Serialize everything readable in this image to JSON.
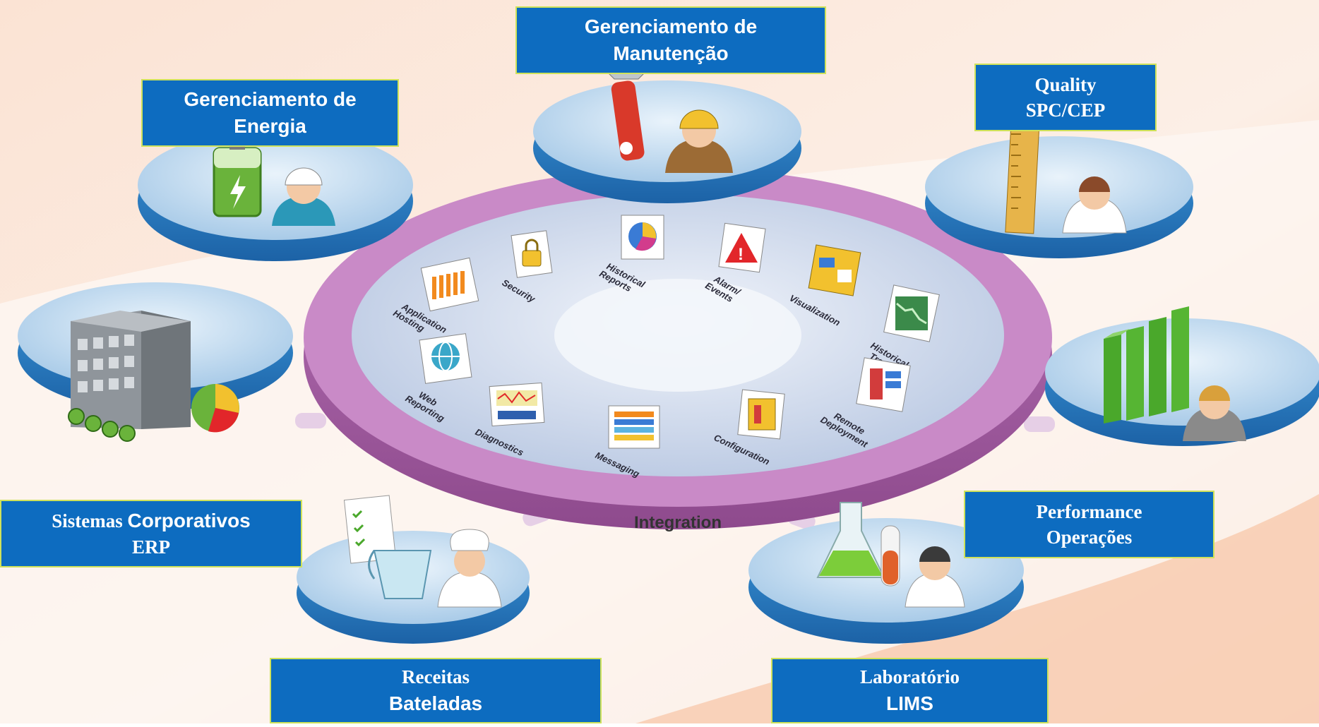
{
  "labels": {
    "energia": {
      "line1": "Gerenciamento de",
      "line2": "Energia"
    },
    "manutencao": {
      "line1": "Gerenciamento de",
      "line2": "Manutenção"
    },
    "quality": {
      "line1": "Quality",
      "line2": "SPC/CEP"
    },
    "corporativos": {
      "line1a": "Sistemas ",
      "line1b": "Corporativos",
      "line2": "ERP"
    },
    "performance": {
      "line1": "Performance",
      "line2": "Operações"
    },
    "receitas": {
      "line1": "Receitas",
      "line2": "Bateladas"
    },
    "laboratorio": {
      "line1": "Laboratório",
      "line2": "LIMS"
    }
  },
  "ring": {
    "integration": "Integration",
    "modules": {
      "security": "Security",
      "historical_reports": [
        "Historical",
        "Reports"
      ],
      "alarm_events": [
        "Alarm/",
        "Events"
      ],
      "visualization": "Visualization",
      "application_hosting": [
        "Application",
        "Hosting"
      ],
      "historical_trends": [
        "Historical",
        "Trends"
      ],
      "web_reporting": [
        "Web",
        "Reporting"
      ],
      "remote_deployment": [
        "Remote",
        "Deployment"
      ],
      "diagnostics": "Diagnostics",
      "messaging": "Messaging",
      "configuration": "Configuration"
    }
  },
  "colors": {
    "label_bg": "#0d6cc0",
    "label_border": "#cfe25a",
    "ring": "#b66fb3",
    "platform_top": "#c9e0f3",
    "platform_side": "#2e86cc"
  }
}
